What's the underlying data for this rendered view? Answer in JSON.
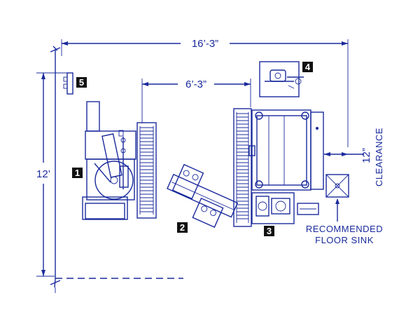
{
  "dimensions": {
    "overall_width": "16’-3”",
    "inner_width": "6’-3”",
    "room_depth": "12’",
    "clearance_value": "12”",
    "clearance_label": "CLEARANCE"
  },
  "notes": {
    "floor_sink_line1": "RECOMMENDED",
    "floor_sink_line2": "FLOOR SINK"
  },
  "tags": [
    "1",
    "2",
    "3",
    "4",
    "5"
  ],
  "colors": {
    "line": "#1a2a9c",
    "tag": "#111111",
    "background": "#ffffff"
  }
}
